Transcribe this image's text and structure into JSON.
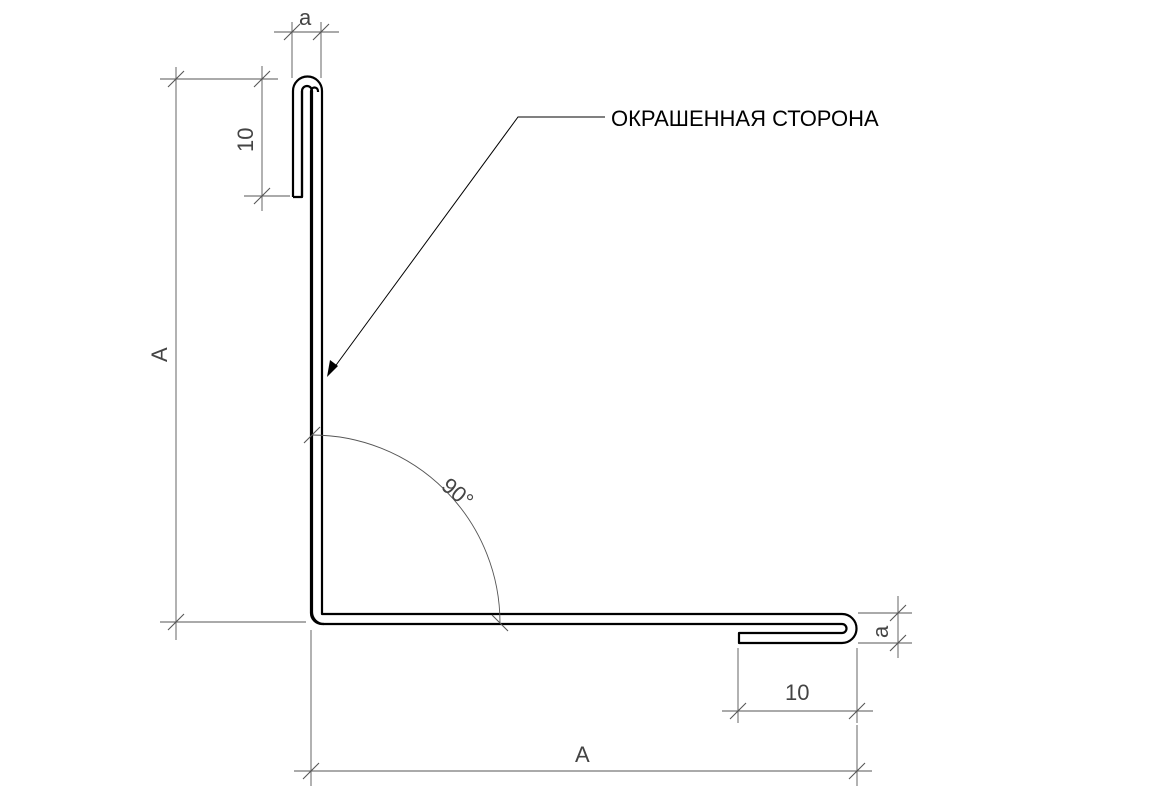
{
  "drawing": {
    "painted_side_label": "ОКРАШЕННАЯ СТОРОНА",
    "angle_label": "90°",
    "dimensions": {
      "vertical_length": "A",
      "horizontal_length": "A",
      "top_hem_length": "10",
      "bottom_hem_length": "10",
      "top_hem_gap": "a",
      "bottom_hem_gap": "a"
    }
  },
  "colors": {
    "profile_stroke": "#000000",
    "dimension_stroke": "#555555",
    "dimension_text": "#444444"
  }
}
